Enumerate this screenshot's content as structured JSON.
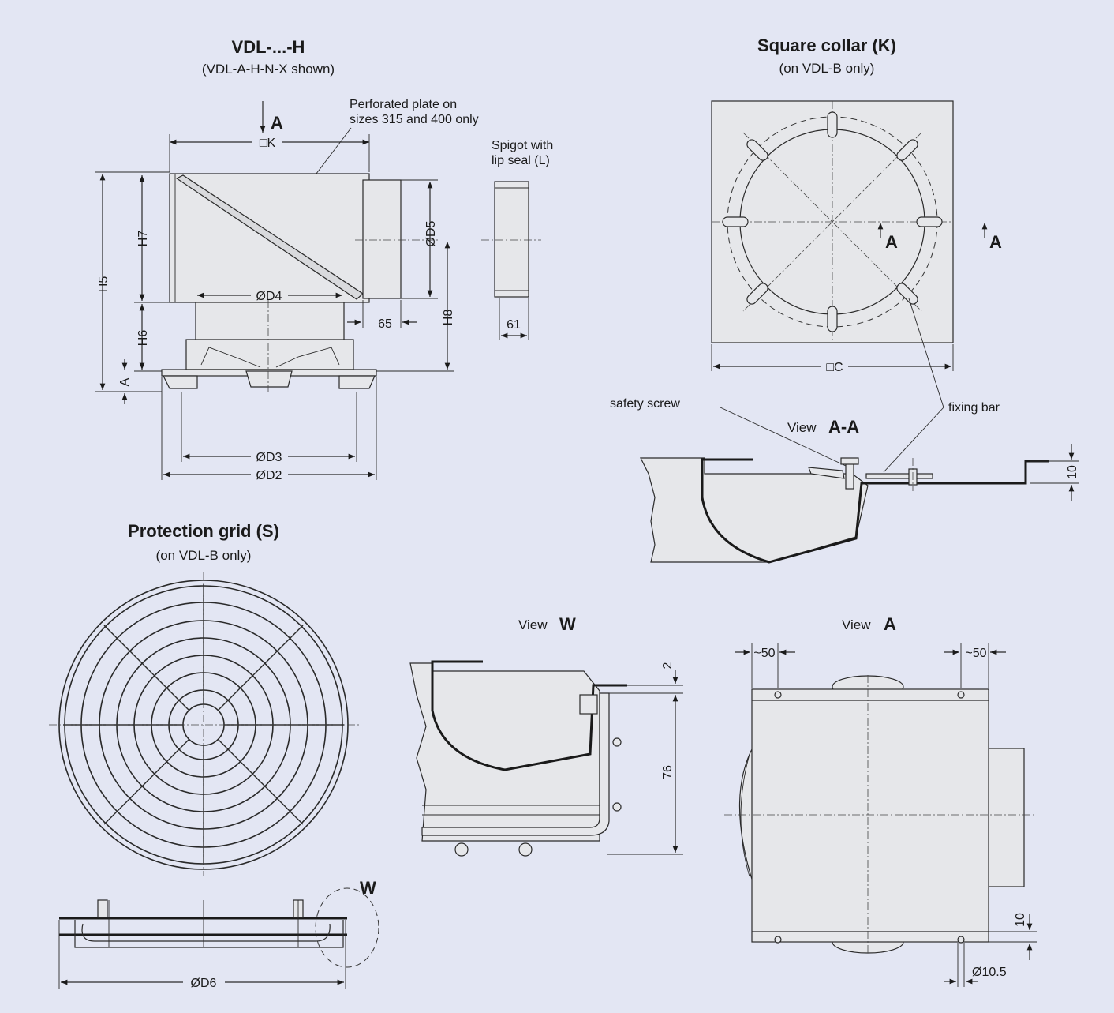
{
  "colors": {
    "background": "#e3e6f3",
    "part_fill": "#e6e7ea",
    "line": "#2a2a2a"
  },
  "main_view": {
    "title": "VDL-...-H",
    "subtitle": "(VDL-A-H-N-X shown)",
    "view_arrow": "A",
    "perforated_note_line1": "Perforated plate on",
    "perforated_note_line2": "sizes 315 and 400 only",
    "spigot_note_line1": "Spigot with",
    "spigot_note_line2": "lip seal (L)",
    "dims": {
      "k": "□K",
      "h5": "H5",
      "h7": "H7",
      "h6": "H6",
      "h8": "H8",
      "a": "A",
      "d5": "ØD5",
      "d4": "ØD4",
      "d3": "ØD3",
      "d2": "ØD2",
      "d65": "65",
      "d61": "61"
    }
  },
  "square_collar": {
    "title": "Square collar (K)",
    "subtitle": "(on VDL-B only)",
    "section_mark_1": "A",
    "section_mark_2": "A",
    "dim_c": "□C",
    "safety_screw": "safety screw",
    "fixing_bar": "fixing bar",
    "view_aa_prefix": "View",
    "view_aa_letter": "A-A",
    "dim_10": "10"
  },
  "protection_grid": {
    "title": "Protection grid (S)",
    "subtitle": "(on VDL-B only)",
    "detail_mark": "W",
    "dim_d6": "ØD6"
  },
  "view_w": {
    "prefix": "View",
    "letter": "W",
    "dim_2": "2",
    "dim_76": "76"
  },
  "view_a": {
    "prefix": "View",
    "letter": "A",
    "dim_50_left": "~50",
    "dim_50_right": "~50",
    "dim_10": "10",
    "dim_hole": "Ø10.5"
  }
}
